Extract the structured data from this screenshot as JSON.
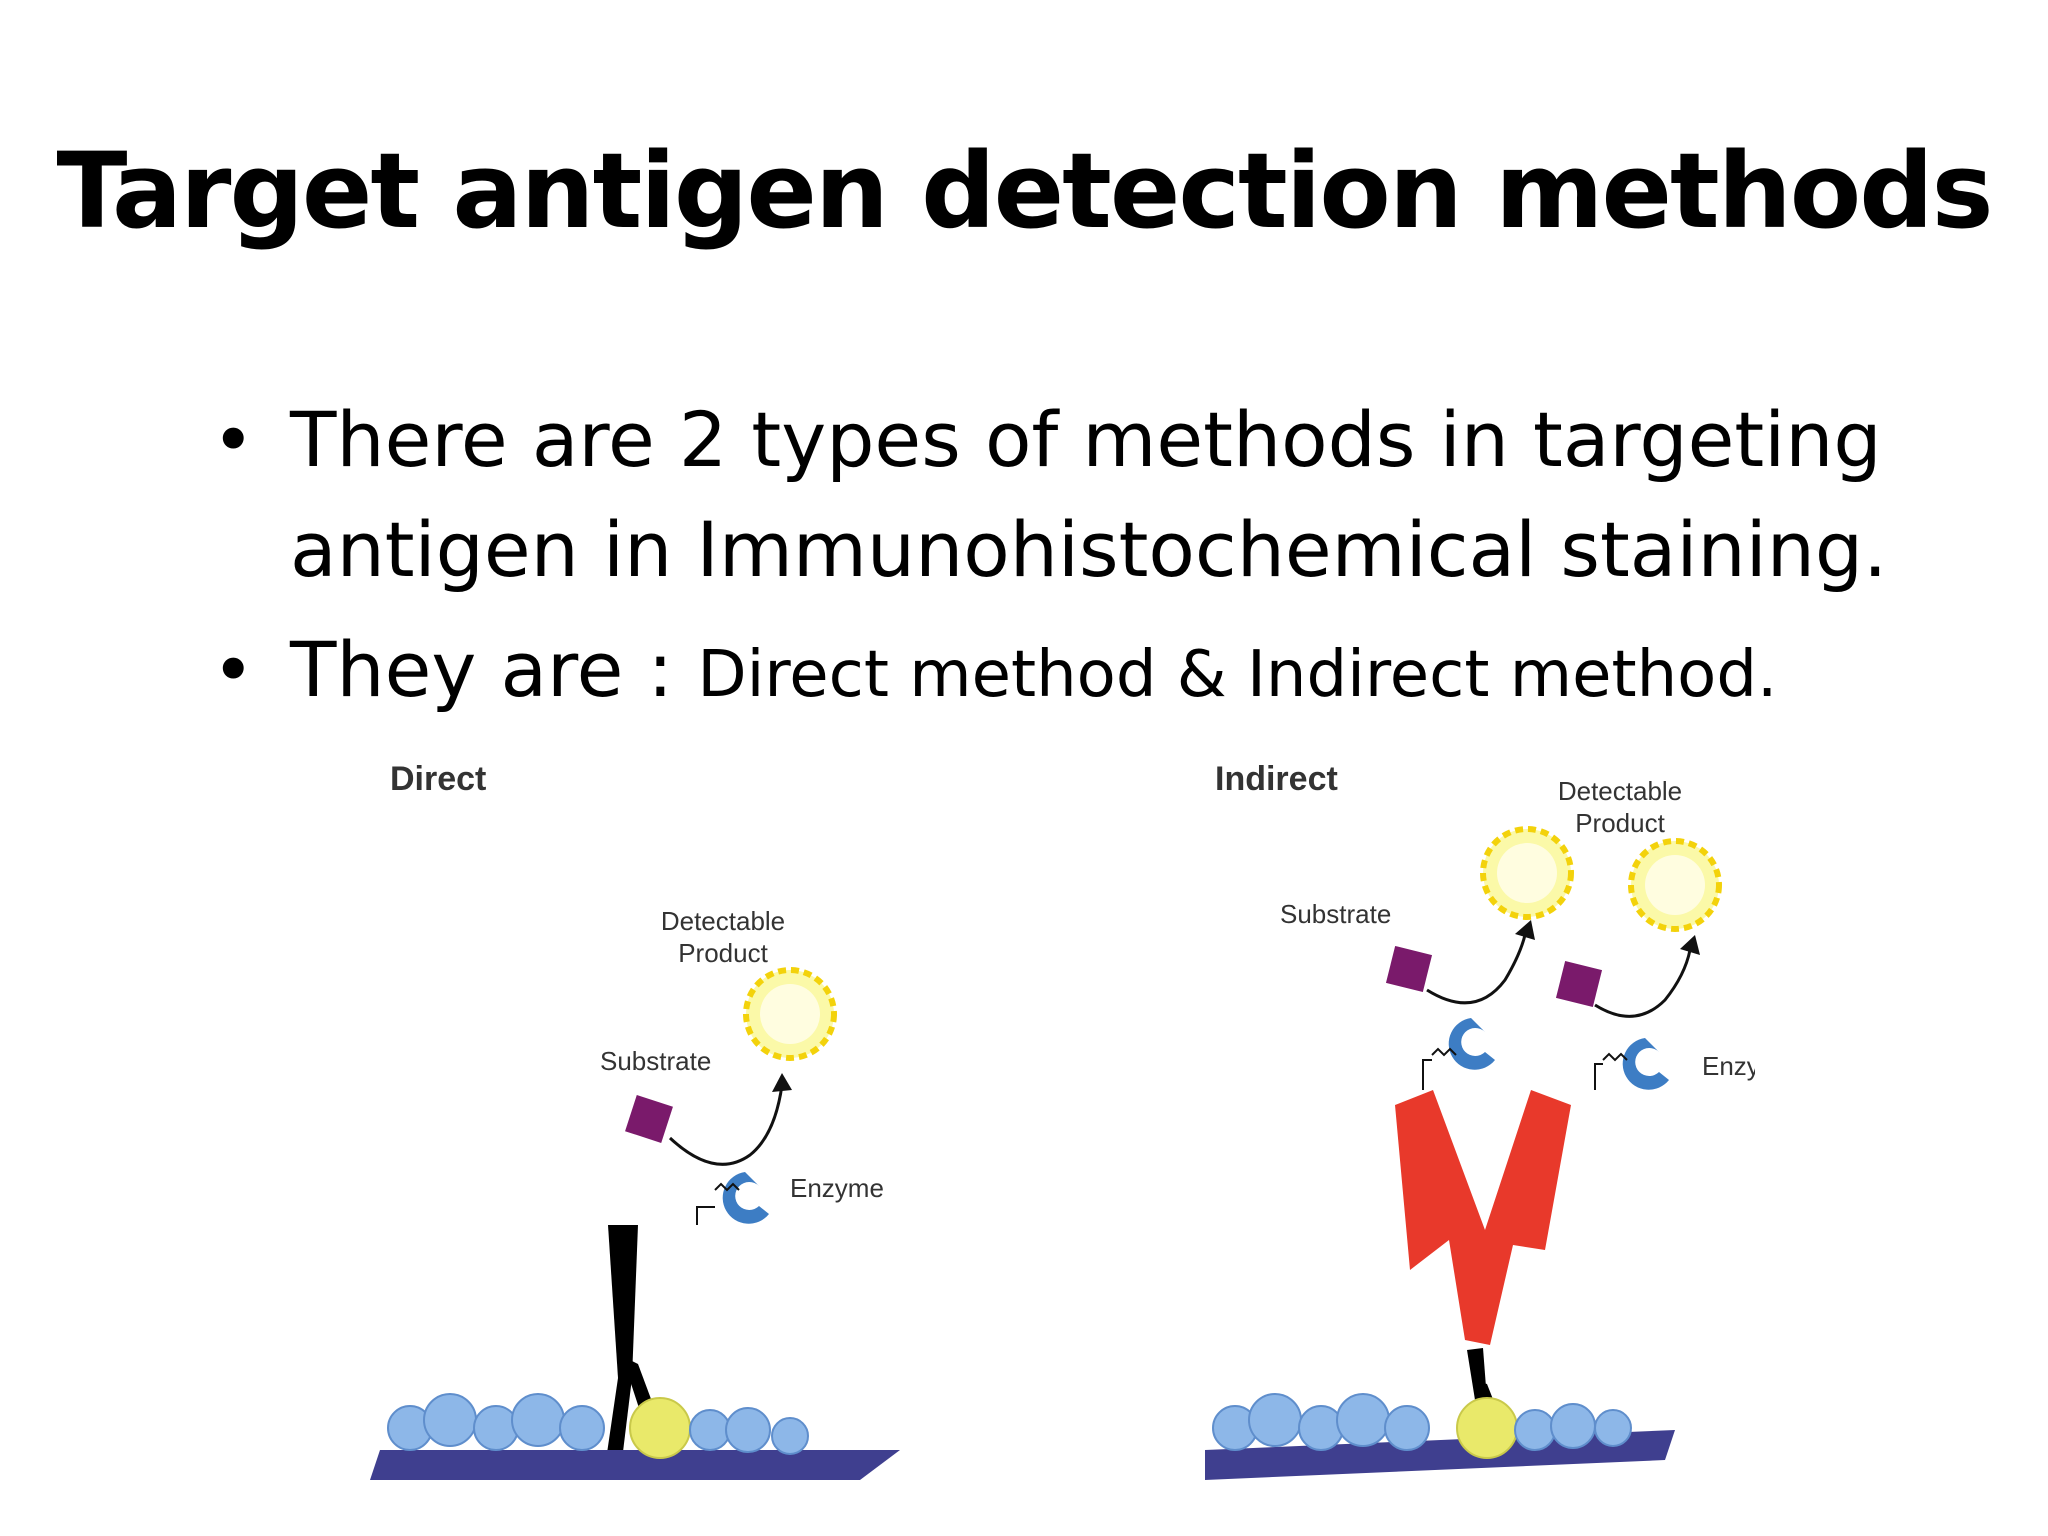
{
  "slide": {
    "title": "Target antigen detection methods",
    "bullets": [
      {
        "text": "There are 2 types of methods in targeting antigen in Immunohistochemical staining.",
        "small": ""
      },
      {
        "text": "They are : ",
        "small": "Direct method & Indirect method."
      }
    ]
  },
  "direct_diagram": {
    "title": "Direct",
    "labels": {
      "product": [
        "Detectable",
        "Product"
      ],
      "substrate": "Substrate",
      "enzyme": "Enzyme"
    }
  },
  "indirect_diagram": {
    "title": "Indirect",
    "labels": {
      "product": [
        "Detectable",
        "Product"
      ],
      "substrate": "Substrate",
      "enzyme": "Enzyme"
    }
  },
  "colors": {
    "antibody_primary": "#000000",
    "antibody_secondary": "#e8392b",
    "enzyme": "#3d7dc4",
    "substrate": "#7a1a6b",
    "product": "#f5e642",
    "tissue_base": "#3f3f8f",
    "antigen": "#e9e96a",
    "cells": "#8db7e8"
  }
}
